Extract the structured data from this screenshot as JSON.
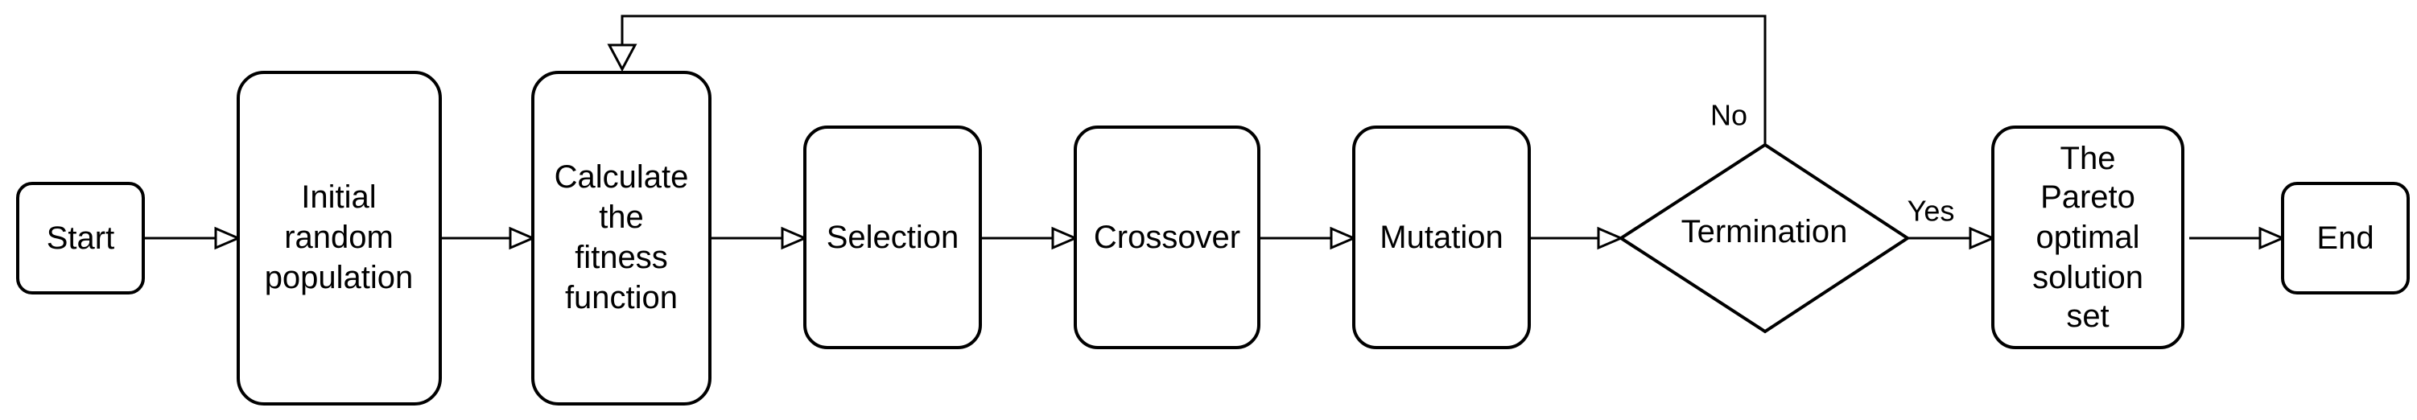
{
  "diagram": {
    "nodes": {
      "start": "Start",
      "init_1": "Initial",
      "init_2": "random",
      "init_3": "population",
      "fit_1": "Calculate",
      "fit_2": "the",
      "fit_3": "fitness",
      "fit_4": "function",
      "selection": "Selection",
      "crossover": "Crossover",
      "mutation": "Mutation",
      "termination": "Termination",
      "pareto_1": "The",
      "pareto_2": "Pareto",
      "pareto_3": "optimal",
      "pareto_4": "solution",
      "pareto_5": "set",
      "end": "End"
    },
    "edge_labels": {
      "no": "No",
      "yes": "Yes"
    }
  }
}
